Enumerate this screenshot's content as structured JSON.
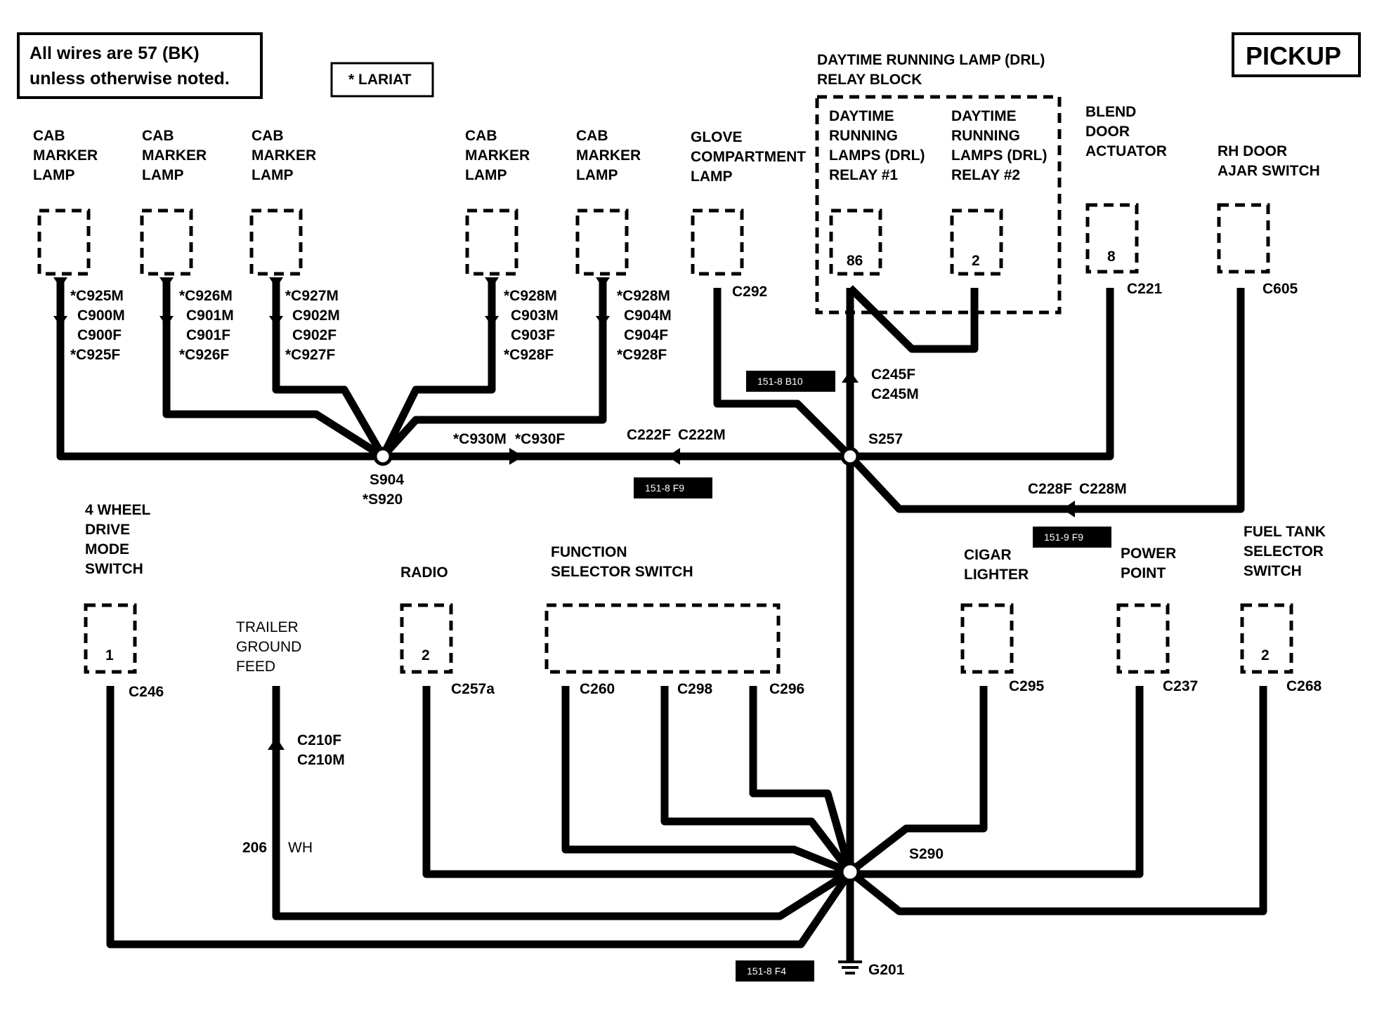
{
  "notes": {
    "wire_note_line1": "All wires are 57 (BK)",
    "wire_note_line2": "unless otherwise noted.",
    "lariat": "* LARIAT",
    "pickup": "PICKUP"
  },
  "components": {
    "cab_marker_lamp": [
      "CAB",
      "MARKER",
      "LAMP"
    ],
    "glove_compartment_lamp": [
      "GLOVE",
      "COMPARTMENT",
      "LAMP"
    ],
    "drl_relay_block": [
      "DAYTIME RUNNING LAMP (DRL)",
      "RELAY BLOCK"
    ],
    "drl_relay_1": [
      "DAYTIME",
      "RUNNING",
      "LAMPS (DRL)",
      "RELAY #1"
    ],
    "drl_relay_2": [
      "DAYTIME",
      "RUNNING",
      "LAMPS (DRL)",
      "RELAY #2"
    ],
    "blend_door_actuator": [
      "BLEND",
      "DOOR",
      "ACTUATOR"
    ],
    "rh_door_ajar_switch": [
      "RH DOOR",
      "AJAR SWITCH"
    ],
    "four_wheel_drive_mode_switch": [
      "4 WHEEL",
      "DRIVE",
      "MODE",
      "SWITCH"
    ],
    "trailer_ground_feed": [
      "TRAILER",
      "GROUND",
      "FEED"
    ],
    "radio": [
      "RADIO"
    ],
    "function_selector_switch": [
      "FUNCTION",
      "SELECTOR SWITCH"
    ],
    "cigar_lighter": [
      "CIGAR",
      "LIGHTER"
    ],
    "power_point": [
      "POWER",
      "POINT"
    ],
    "fuel_tank_selector_switch": [
      "FUEL TANK",
      "SELECTOR",
      "SWITCH"
    ]
  },
  "pins": {
    "relay1": "86",
    "relay2": "2",
    "blend_door": "8",
    "four_wd": "1",
    "radio": "2",
    "fuel_tank": "2"
  },
  "connectors": {
    "cab1": [
      "*C925M",
      "C900M",
      "C900F",
      "*C925F"
    ],
    "cab2": [
      "*C926M",
      "C901M",
      "C901F",
      "*C926F"
    ],
    "cab3": [
      "*C927M",
      "C902M",
      "C902F",
      "*C927F"
    ],
    "cab4": [
      "*C928M",
      "C903M",
      "C903F",
      "*C928F"
    ],
    "cab5": [
      "*C928M",
      "C904M",
      "C904F",
      "*C928F"
    ],
    "glove": "C292",
    "blend": "C221",
    "rh_door": "C605",
    "c245": [
      "C245F",
      "C245M"
    ],
    "c930": [
      "*C930M",
      "*C930F"
    ],
    "c222": [
      "C222F",
      "C222M"
    ],
    "c228": [
      "C228F",
      "C228M"
    ],
    "four_wd": "C246",
    "radio": "C257a",
    "func_1": "C260",
    "func_2": "C298",
    "func_3": "C296",
    "cigar": "C295",
    "power": "C237",
    "fuel": "C268",
    "c210": [
      "C210F",
      "C210M"
    ]
  },
  "splices": {
    "s904": [
      "S904",
      "*S920"
    ],
    "s257": "S257",
    "s290": "S290",
    "ground": "G201"
  },
  "wire_labels": {
    "circuit": "206",
    "color": "WH"
  },
  "refs": {
    "r1": "151-8 B10",
    "r2": "151-8 F9",
    "r3": "151-9 F9",
    "r4": "151-8 F4"
  }
}
